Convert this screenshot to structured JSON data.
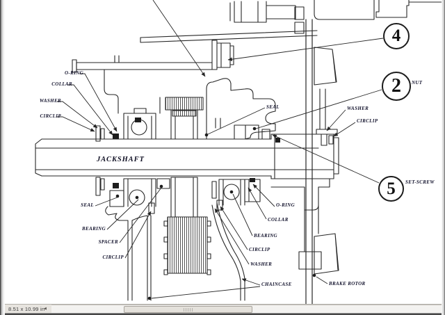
{
  "window": {
    "statusbar": {
      "page_size": "8.51 x 10.99 in"
    }
  },
  "diagram": {
    "shaft_label": "JACKSHAFT",
    "callouts": [
      {
        "number": "4"
      },
      {
        "number": "2"
      },
      {
        "number": "5"
      }
    ],
    "labels": {
      "oring_top": "O-RING",
      "collar_top": "COLLAR",
      "washer_top": "WASHER",
      "circlip_top": "CIRCLIP",
      "seal_top": "SEAL",
      "nut": "NUT",
      "washer_right": "WASHER",
      "circlip_right": "CIRCLIP",
      "set_screw": "SET-SCREW",
      "seal_bottom": "SEAL",
      "bearing_left": "BEARING",
      "spacer": "SPACER",
      "circlip_left": "CIRCLIP",
      "oring_bottom": "O-RING",
      "collar_bottom": "COLLAR",
      "bearing_right": "BEARING",
      "circlip_bottom": "CIRCLIP",
      "washer_bottom": "WASHER",
      "chaincase": "CHAINCASE",
      "brake_rotor": "BRAKE ROTOR"
    }
  }
}
